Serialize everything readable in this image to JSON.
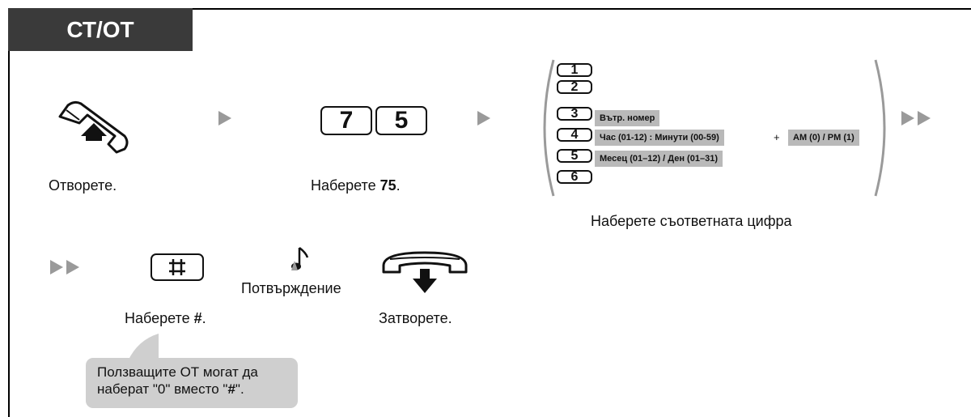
{
  "header": {
    "title": "СТ/ОТ"
  },
  "icons": {
    "offhook": "handset-offhook-icon",
    "onhook": "handset-onhook-icon",
    "confirm": "confirmation-tone-icon"
  },
  "step1": {
    "caption": "Отворете."
  },
  "step2": {
    "keys": [
      "7",
      "5"
    ],
    "caption_prefix": "Наберете ",
    "caption_bold": "75",
    "caption_suffix": "."
  },
  "step3": {
    "options": [
      {
        "key": "1",
        "label": ""
      },
      {
        "key": "2",
        "label": ""
      },
      {
        "key": "3",
        "label": "Вътр. номер"
      },
      {
        "key": "4",
        "label": "Час (01-12) : Минути (00-59)",
        "plus": "+",
        "extra": "AM (0) / PM (1)"
      },
      {
        "key": "5",
        "label": "Месец (01–12) / Ден (01–31)"
      },
      {
        "key": "6",
        "label": ""
      }
    ],
    "caption": "Наберете съответната цифра"
  },
  "step4": {
    "caption_prefix": "Наберете ",
    "caption_bold": "#",
    "caption_suffix": "."
  },
  "confirm": {
    "label": "Потвърждение"
  },
  "step5": {
    "caption": "Затворете."
  },
  "note": {
    "line1": "Ползващите ОТ могат да",
    "line2_prefix": "наберат \"0\" вместо \"",
    "line2_bold": "#",
    "line2_suffix": "\"."
  },
  "colors": {
    "tab_bg": "#3a3a3a",
    "arrow": "#9a9a9a",
    "label_bg": "#b9b9b9",
    "bubble_bg": "#cfcfcf"
  }
}
